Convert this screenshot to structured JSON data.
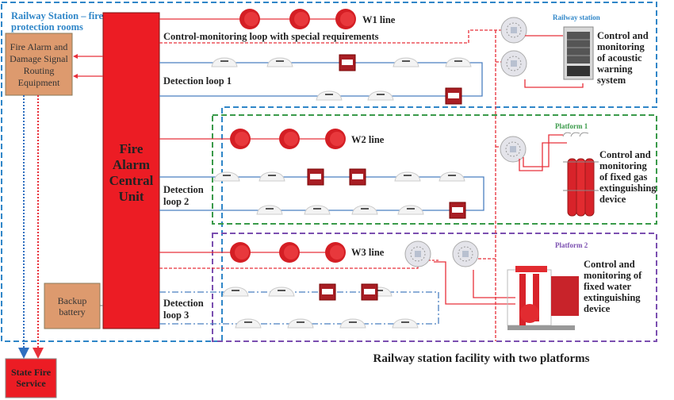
{
  "zones": {
    "station_rooms": {
      "title_line1": "Railway Station – fire",
      "title_line2": "protection rooms",
      "color": "#2f86c8"
    },
    "railway_station": {
      "title": "Railway station",
      "color": "#2f86c8"
    },
    "platform1": {
      "title": "Platform 1",
      "color": "#3a9a4a"
    },
    "platform2": {
      "title": "Platform 2",
      "color": "#7b4fb0"
    }
  },
  "boxes": {
    "routing": {
      "lines": [
        "Fire Alarm and",
        "Damage Signal",
        "Routing",
        "Equipment"
      ]
    },
    "battery": {
      "lines": [
        "Backup",
        "battery"
      ]
    },
    "central": {
      "lines": [
        "Fire",
        "Alarm",
        "Central",
        "Unit"
      ]
    },
    "state": {
      "lines": [
        "State Fire",
        "Service"
      ]
    }
  },
  "lines": {
    "w1": "W1 line",
    "control_loop": "Control-monitoring loop with special requirements",
    "detection1": "Detection loop 1",
    "w2": "W2 line",
    "detection2": [
      "Detection",
      "loop 2"
    ],
    "w3": "W3 line",
    "detection3": [
      "Detection",
      "loop 3"
    ]
  },
  "systems": {
    "acoustic": [
      "Control and",
      "monitoring",
      "of acoustic",
      "warning",
      "system"
    ],
    "gas": [
      "Control and",
      "monitoring",
      "of fixed gas",
      "extinguishing",
      "device"
    ],
    "water": [
      "Control and",
      "monitoring of",
      "fixed water",
      "extinguishing",
      "device"
    ]
  },
  "caption": "Railway station facility with two platforms",
  "colors": {
    "red": "#e8202a",
    "orange_box": "#dd9a6e",
    "loop_blue": "#4a7fc1",
    "wire_red": "#e8303a"
  }
}
